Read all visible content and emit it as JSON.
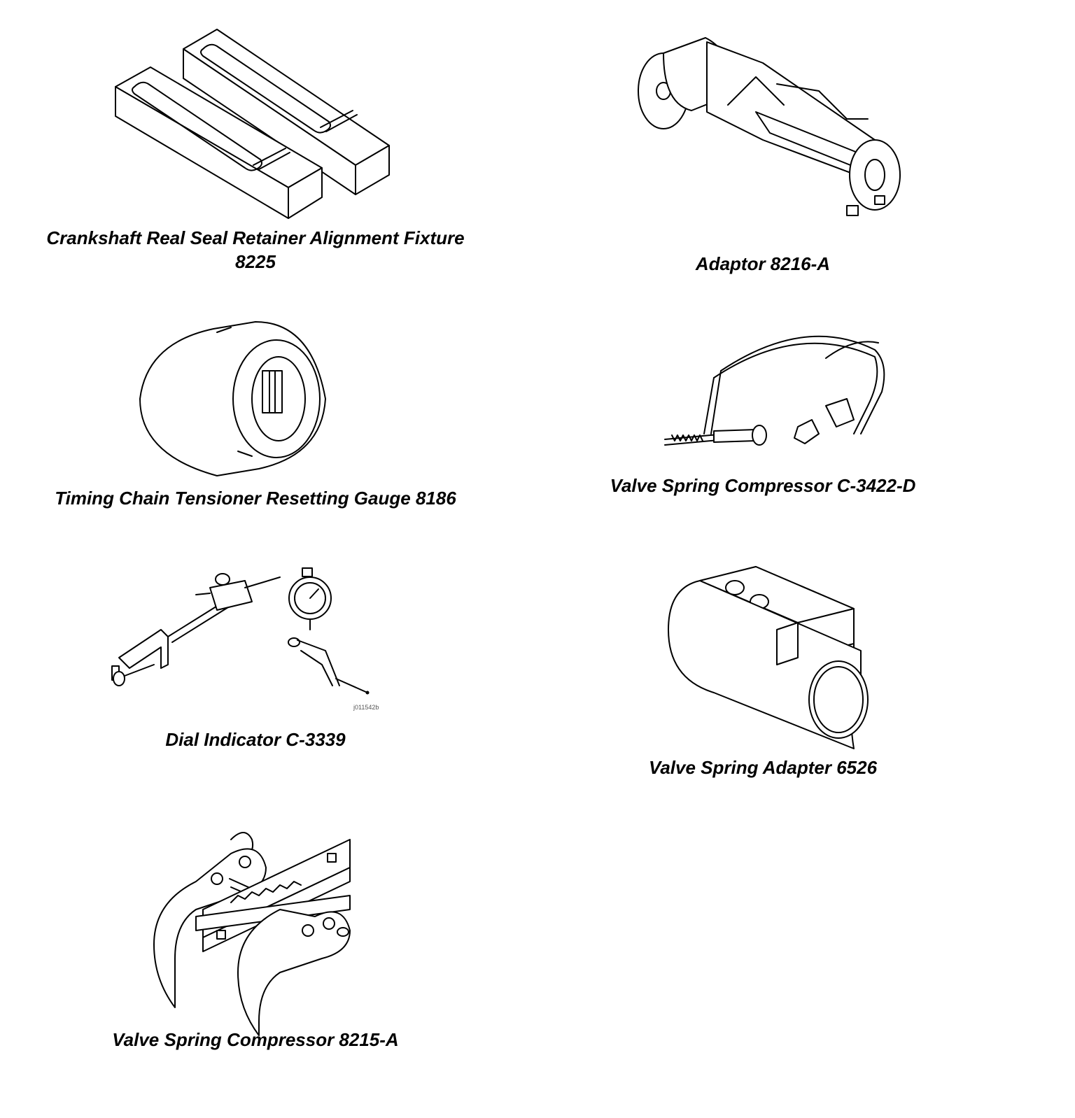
{
  "tools": [
    {
      "id": "fixture-8225",
      "caption_line1": "Crankshaft Real Seal Retainer Alignment Fixture",
      "caption_line2": "8225"
    },
    {
      "id": "adaptor-8216a",
      "caption_line1": "Adaptor 8216-A"
    },
    {
      "id": "gauge-8186",
      "caption_line1": "Timing Chain Tensioner Resetting Gauge 8186"
    },
    {
      "id": "compressor-c3422d",
      "caption_line1": "Valve Spring Compressor C-3422-D"
    },
    {
      "id": "dial-c3339",
      "caption_line1": "Dial Indicator C-3339",
      "figure_code": "j011542b"
    },
    {
      "id": "adapter-6526",
      "caption_line1": "Valve Spring Adapter 6526"
    },
    {
      "id": "compressor-8215a",
      "caption_line1": "Valve Spring Compressor 8215-A"
    }
  ]
}
